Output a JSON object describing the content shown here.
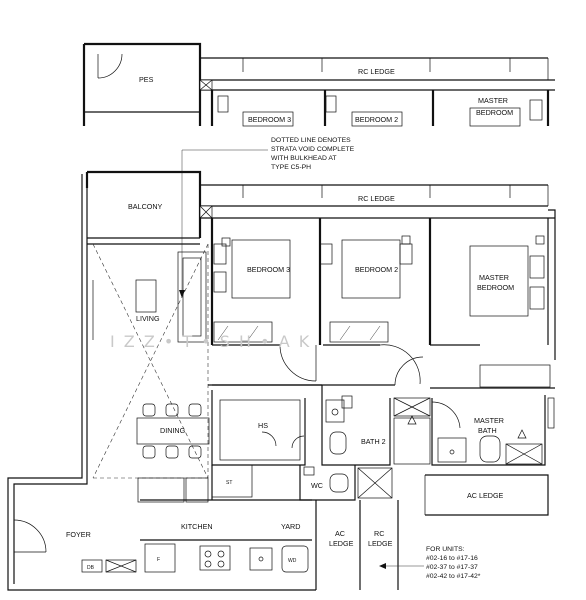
{
  "rooms": {
    "pes": "PES",
    "rc_ledge_top": "RC LEDGE",
    "bedroom3_top": "BEDROOM 3",
    "bedroom2_top": "BEDROOM 2",
    "master_top_line1": "MASTER",
    "master_top_line2": "BEDROOM",
    "rc_ledge_main": "RC LEDGE",
    "balcony": "BALCONY",
    "bedroom3": "BEDROOM 3",
    "bedroom2": "BEDROOM 2",
    "master_line1": "MASTER",
    "master_line2": "BEDROOM",
    "living": "LIVING",
    "dining": "DINING",
    "hs": "HS",
    "bath2": "BATH 2",
    "master_bath_line1": "MASTER",
    "master_bath_line2": "BATH",
    "wc": "WC",
    "ac_ledge_right": "AC LEDGE",
    "foyer": "FOYER",
    "kitchen": "KITCHEN",
    "yard": "YARD",
    "ac_ledge_line1": "AC",
    "ac_ledge_line2": "LEDGE",
    "rc_ledge_line1": "RC",
    "rc_ledge_line2": "LEDGE"
  },
  "fixtures": {
    "st": "ST",
    "f": "F",
    "db": "DB",
    "wd": "WD"
  },
  "note": {
    "line1": "DOTTED LINE DENOTES",
    "line2": "STRATA VOID COMPLETE",
    "line3": "WITH BULKHEAD AT",
    "line4": "TYPE C5-PH"
  },
  "units": {
    "title": "FOR UNITS:",
    "line1": "#02-16 to #17-16",
    "line2": "#02-37 to #17-37",
    "line3": "#02-42 to #17-42*"
  },
  "watermark": "I  Z  Z  •  T  •  S  H  •  A  K"
}
